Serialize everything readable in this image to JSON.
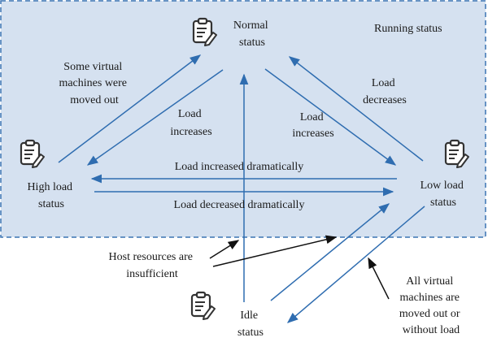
{
  "region_label": "Running status",
  "colors": {
    "region_fill": "#d5e1f0",
    "region_border": "#3b74b3",
    "arrow_blue": "#2f6db0",
    "arrow_black": "#111111"
  },
  "states": {
    "normal": {
      "label": [
        "Normal",
        "status"
      ],
      "icon": "clipboard-pencil-icon"
    },
    "high": {
      "label": [
        "High load",
        "status"
      ],
      "icon": "clipboard-pencil-icon"
    },
    "low": {
      "label": [
        "Low load",
        "status"
      ],
      "icon": "clipboard-pencil-icon"
    },
    "idle": {
      "label": [
        "Idle",
        "status"
      ],
      "icon": "clipboard-pencil-icon"
    }
  },
  "edge_labels": {
    "moved_out": [
      "Some virtual",
      "machines were",
      "moved out"
    ],
    "high_load_increases": [
      "Load",
      "increases"
    ],
    "low_load_increases": [
      "Load",
      "increases"
    ],
    "load_decreases": [
      "Load",
      "decreases"
    ],
    "increased_dramatically": [
      "Load increased dramatically"
    ],
    "decreased_dramatically": [
      "Load decreased dramatically"
    ],
    "host_insufficient": [
      "Host resources are",
      "insufficient"
    ],
    "all_moved_out": [
      "All virtual",
      "machines are",
      "moved out or",
      "without load"
    ]
  }
}
